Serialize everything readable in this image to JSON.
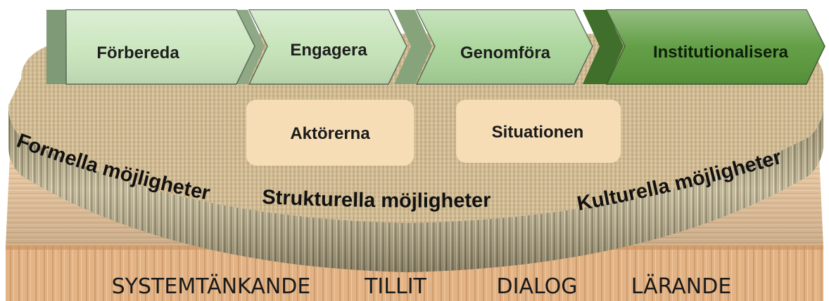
{
  "phases": [
    {
      "label": "Förbereda",
      "fill": "#c9e6bd",
      "text_color": "#1e1e1e"
    },
    {
      "label": "Engagera",
      "fill": "#c4e3b7",
      "text_color": "#1e1e1e"
    },
    {
      "label": "Genomföra",
      "fill": "#a9d59a",
      "text_color": "#1e1e1e"
    },
    {
      "label": "Institutionalisera",
      "fill": "#5b9a3d",
      "text_color": "#0f1f0a"
    }
  ],
  "boxes": [
    {
      "label": "Aktörerna"
    },
    {
      "label": "Situationen"
    }
  ],
  "rim": {
    "left": "Formella möjligheter",
    "center": "Strukturella möjligheter",
    "right": "Kulturella möjligheter"
  },
  "foundation": [
    "SYSTEMTÄNKANDE",
    "TILLIT",
    "DIALOG",
    "LÄRANDE"
  ],
  "colors": {
    "disc_top": "#c9b48c",
    "disc_rim": "#a59a78",
    "foundation": "#e6c198",
    "box": "#f6ddb6"
  }
}
